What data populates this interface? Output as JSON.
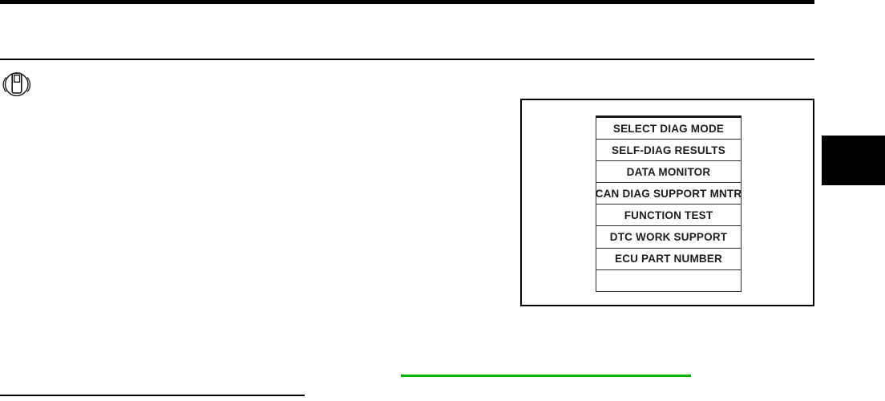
{
  "consult_screen": {
    "rows": [
      "SELECT DIAG MODE",
      "SELF-DIAG RESULTS",
      "DATA MONITOR",
      "CAN DIAG SUPPORT MNTR",
      "FUNCTION TEST",
      "DTC WORK SUPPORT",
      "ECU PART NUMBER",
      ""
    ]
  },
  "icons": {
    "consult_icon": "consult-handheld-tester-icon"
  },
  "colors": {
    "ink": "#000000",
    "menu_border": "#2e2e2e",
    "menu_text": "#1c1c1c",
    "link_green": "#00b400"
  }
}
